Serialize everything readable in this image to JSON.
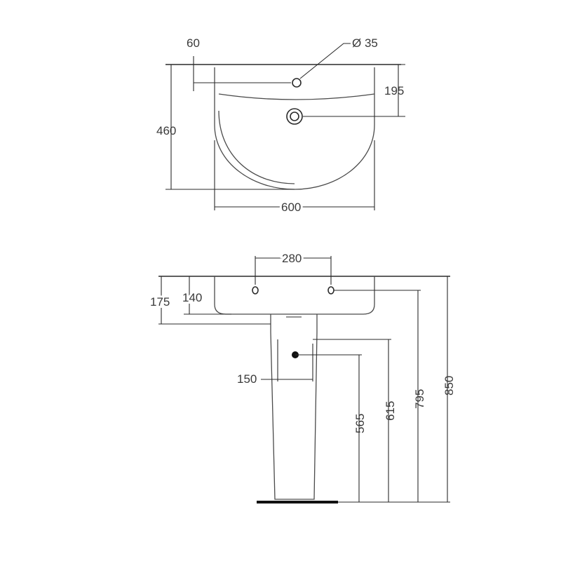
{
  "dimensions": {
    "top_view": {
      "tap_offset": "60",
      "tap_hole_diameter": "Ø 35",
      "waste_offset": "195",
      "depth": "460",
      "width": "600"
    },
    "front_view": {
      "fixing_spacing": "280",
      "fixing_height": "140",
      "rim_height": "175",
      "pedestal_offset": "150",
      "waste_height": "565",
      "supply_height": "615",
      "fixing_hole_height": "795",
      "total_height": "850"
    }
  },
  "colors": {
    "line": "#2a2a2a",
    "text": "#3a3a3a",
    "background": "#ffffff"
  }
}
